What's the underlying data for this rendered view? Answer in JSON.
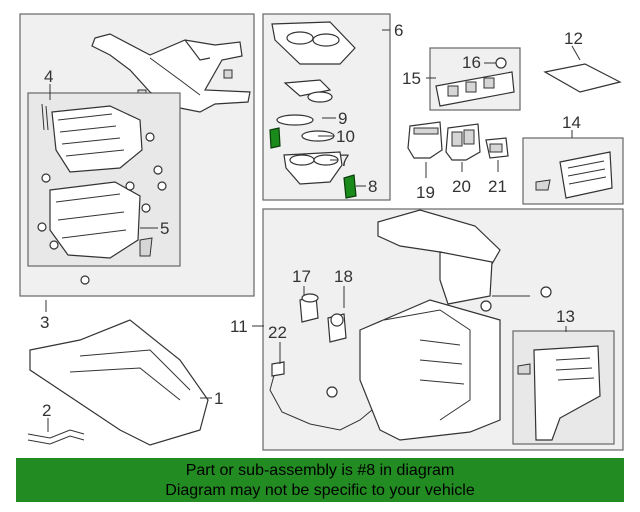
{
  "callouts": {
    "c1": "1",
    "c2": "2",
    "c3": "3",
    "c4": "4",
    "c5": "5",
    "c6": "6",
    "c7": "7",
    "c8": "8",
    "c9": "9",
    "c10": "10",
    "c11": "11",
    "c12": "12",
    "c13": "13",
    "c14": "14",
    "c15": "15",
    "c16": "16",
    "c17": "17",
    "c18": "18",
    "c19": "19",
    "c20": "20",
    "c21": "21",
    "c22": "22"
  },
  "banner": {
    "line1": "Part or sub-assembly is #8 in diagram",
    "line2": "Diagram may not be specific to your vehicle"
  },
  "colors": {
    "banner_bg": "#228b22",
    "highlight_part": "#1a8a1a"
  }
}
